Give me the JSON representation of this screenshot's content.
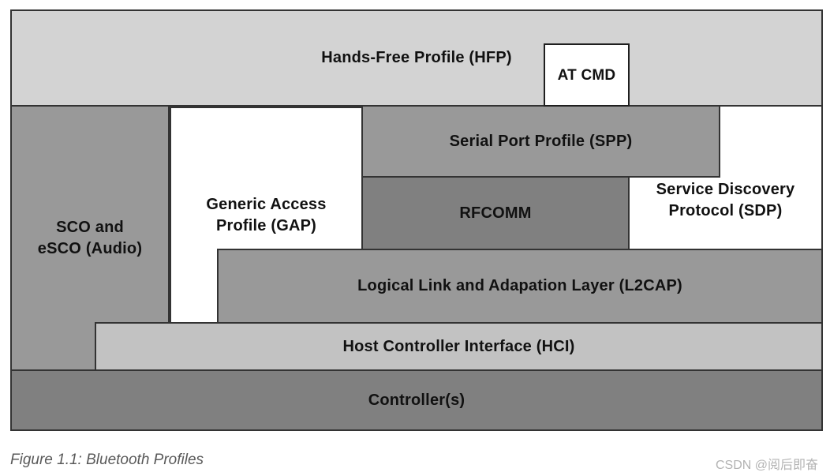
{
  "figure": {
    "caption": "Figure 1.1: Bluetooth Profiles",
    "watermark": "CSDN @阅后即奋"
  },
  "colors": {
    "hfp_band": "#d3d3d3",
    "medium_gray": "#999999",
    "dark_gray": "#808080",
    "hci_gray": "#c2c2c2",
    "white_box": "#ffffff",
    "border": "#333333",
    "caption_text": "#595959",
    "watermark_text": "#b3b3b3"
  },
  "blocks": {
    "hfp": {
      "label": "Hands-Free Profile (HFP)",
      "color": "#d3d3d3"
    },
    "at_cmd": {
      "label": "AT CMD",
      "color": "#ffffff"
    },
    "sco": {
      "label": "SCO and eSCO (Audio)",
      "line1": "SCO and",
      "line2": "eSCO (Audio)",
      "color": "#999999"
    },
    "gap": {
      "label": "Generic Access Profile (GAP)",
      "line1": "Generic Access",
      "line2": "Profile (GAP)",
      "color": "#ffffff"
    },
    "spp": {
      "label": "Serial Port Profile (SPP)",
      "color": "#999999"
    },
    "rfcomm": {
      "label": "RFCOMM",
      "color": "#808080"
    },
    "sdp": {
      "label": "Service Discovery Protocol (SDP)",
      "line1": "Service Discovery",
      "line2": "Protocol (SDP)",
      "color": "#ffffff"
    },
    "l2cap": {
      "label": "Logical Link and Adapation Layer (L2CAP)",
      "color": "#999999"
    },
    "hci": {
      "label": "Host Controller Interface (HCI)",
      "color": "#c2c2c2"
    },
    "controller": {
      "label": "Controller(s)",
      "color": "#808080"
    }
  }
}
